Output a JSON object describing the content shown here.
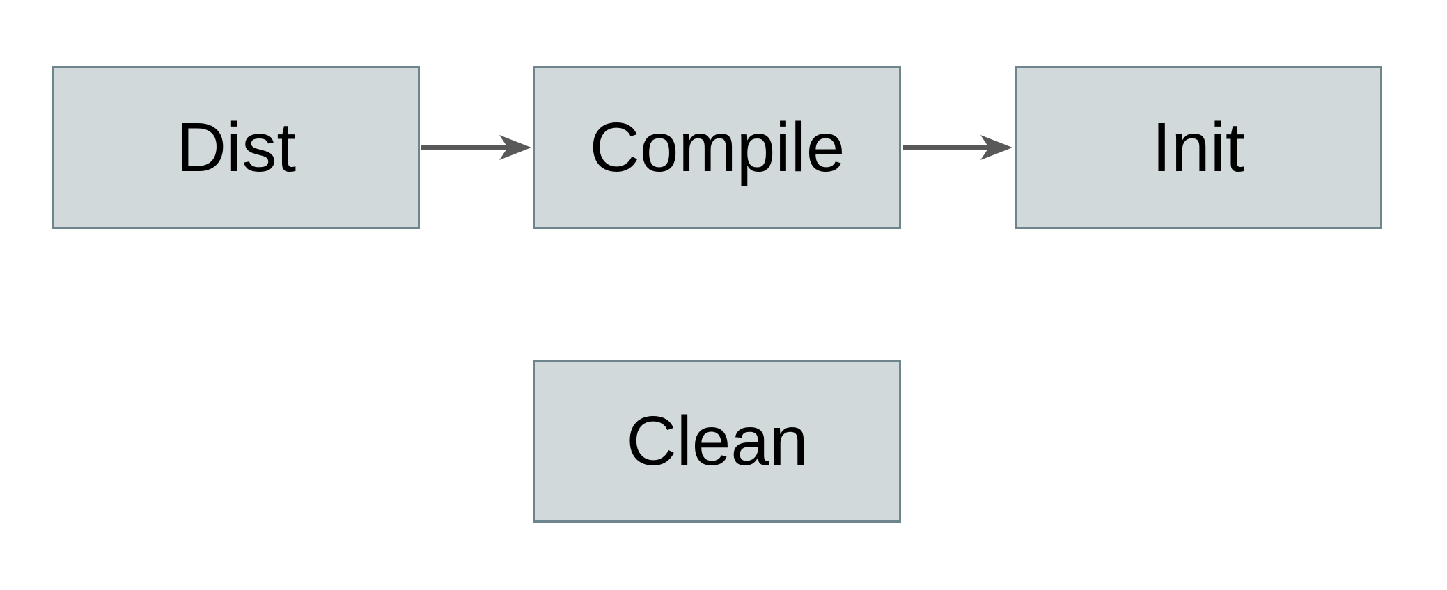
{
  "diagram": {
    "type": "flowchart",
    "nodes": [
      {
        "id": "dist",
        "label": "Dist"
      },
      {
        "id": "compile",
        "label": "Compile"
      },
      {
        "id": "init",
        "label": "Init"
      },
      {
        "id": "clean",
        "label": "Clean"
      }
    ],
    "edges": [
      {
        "from": "dist",
        "to": "compile",
        "style": "solid-arrow"
      },
      {
        "from": "compile",
        "to": "init",
        "style": "solid-arrow"
      }
    ]
  },
  "colors": {
    "background": "#ffffff",
    "node_fill": "#d1d9db",
    "node_border": "#6e858e",
    "label_text": "#000000",
    "arrow": "#595959"
  }
}
